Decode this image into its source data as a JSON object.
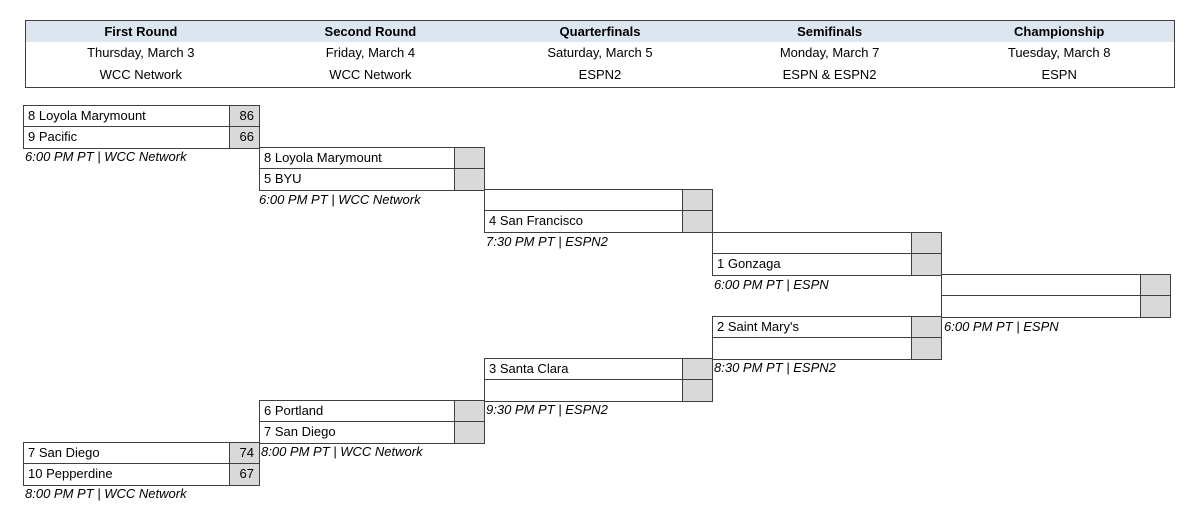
{
  "header": {
    "columns": [
      {
        "round": "First Round",
        "date": "Thursday, March 3",
        "network": "WCC Network"
      },
      {
        "round": "Second Round",
        "date": "Friday, March 4",
        "network": "WCC Network"
      },
      {
        "round": "Quarterfinals",
        "date": "Saturday, March 5",
        "network": "ESPN2"
      },
      {
        "round": "Semifinals",
        "date": "Monday, March 7",
        "network": "ESPN & ESPN2"
      },
      {
        "round": "Championship",
        "date": "Tuesday, March 8",
        "network": "ESPN"
      }
    ]
  },
  "colors": {
    "header_band": "#dce6f1",
    "score_cell": "#d9d9d9",
    "border": "#3f3f3f"
  },
  "games": [
    {
      "id": "r1-upper",
      "round": "First Round",
      "teams": [
        {
          "seed": "8",
          "name": "Loyola Marymount",
          "label": "8 Loyola Marymount",
          "score": "86"
        },
        {
          "seed": "9",
          "name": "Pacific",
          "label": "9 Pacific",
          "score": "66"
        }
      ],
      "info": "6:00 PM PT  |  WCC Network"
    },
    {
      "id": "r2-upper",
      "round": "Second Round",
      "teams": [
        {
          "seed": "8",
          "name": "Loyola Marymount",
          "label": "8 Loyola Marymount",
          "score": ""
        },
        {
          "seed": "5",
          "name": "BYU",
          "label": "5 BYU",
          "score": ""
        }
      ],
      "info": "6:00 PM PT  |  WCC Network"
    },
    {
      "id": "qf-upper",
      "round": "Quarterfinals",
      "teams": [
        {
          "seed": "",
          "name": "",
          "label": "",
          "score": ""
        },
        {
          "seed": "4",
          "name": "San Francisco",
          "label": "4 San Francisco",
          "score": ""
        }
      ],
      "info": "7:30 PM PT  |  ESPN2"
    },
    {
      "id": "sf-upper",
      "round": "Semifinals",
      "teams": [
        {
          "seed": "",
          "name": "",
          "label": "",
          "score": ""
        },
        {
          "seed": "1",
          "name": "Gonzaga",
          "label": "1 Gonzaga",
          "score": ""
        }
      ],
      "info": "6:00 PM PT  |  ESPN"
    },
    {
      "id": "championship",
      "round": "Championship",
      "teams": [
        {
          "seed": "",
          "name": "",
          "label": "",
          "score": ""
        },
        {
          "seed": "",
          "name": "",
          "label": "",
          "score": ""
        }
      ],
      "info": ""
    },
    {
      "id": "sf-lower",
      "round": "Semifinals",
      "teams": [
        {
          "seed": "2",
          "name": "Saint Mary's",
          "label": "2 Saint Mary's",
          "score": ""
        },
        {
          "seed": "",
          "name": "",
          "label": "",
          "score": ""
        }
      ],
      "info": "8:30 PM PT  |  ESPN2"
    },
    {
      "id": "qf-lower",
      "round": "Quarterfinals",
      "teams": [
        {
          "seed": "3",
          "name": "Santa Clara",
          "label": "3 Santa Clara",
          "score": ""
        },
        {
          "seed": "",
          "name": "",
          "label": "",
          "score": ""
        }
      ],
      "info": "9:30 PM PT  |  ESPN2"
    },
    {
      "id": "r2-lower",
      "round": "Second Round",
      "teams": [
        {
          "seed": "6",
          "name": "Portland",
          "label": "6 Portland",
          "score": ""
        },
        {
          "seed": "7",
          "name": "San Diego",
          "label": "7 San Diego",
          "score": ""
        }
      ],
      "info": "8:00 PM PT  |  WCC Network"
    },
    {
      "id": "r1-lower",
      "round": "First Round",
      "teams": [
        {
          "seed": "7",
          "name": "San Diego",
          "label": "7 San Diego",
          "score": "74"
        },
        {
          "seed": "10",
          "name": "Pepperdine",
          "label": "10 Pepperdine",
          "score": "67"
        }
      ],
      "info": "8:00 PM PT  |  WCC Network"
    }
  ],
  "championship_info": "6:00 PM PT  |  ESPN"
}
